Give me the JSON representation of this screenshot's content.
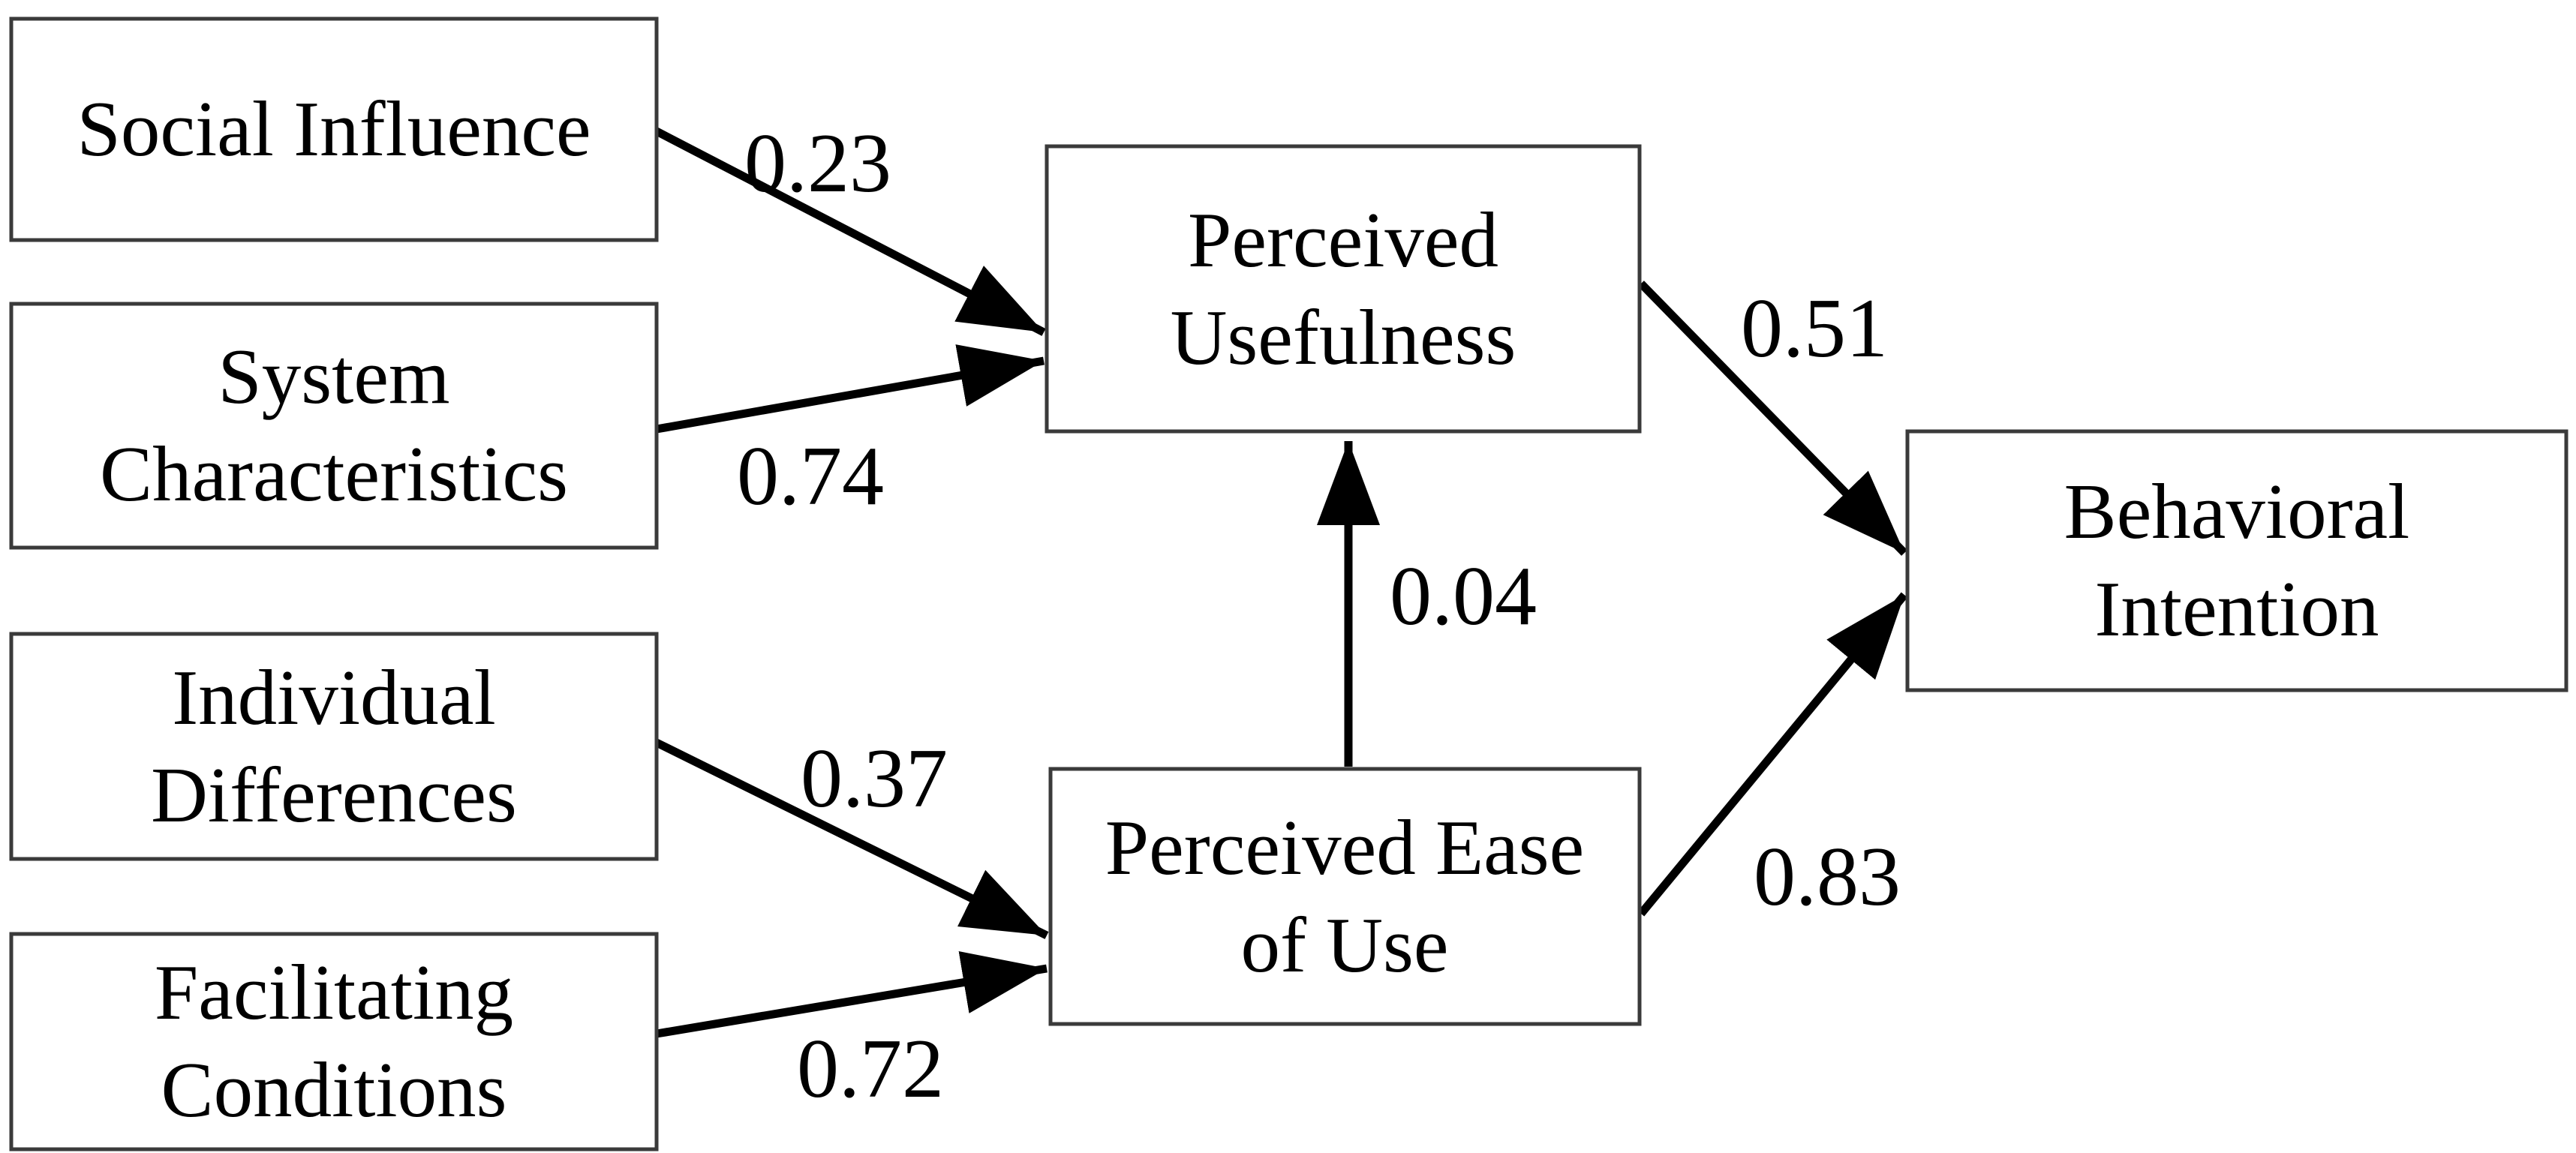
{
  "figure": {
    "description": "Path model diagram (technology acceptance model) with boxes connected by weighted arrows",
    "background_color": "#ffffff",
    "box_fill_color": "#ffffff",
    "box_border_color": "#3a3a3a",
    "arrow_color": "#000000",
    "text_color": "#000000"
  },
  "nodes": {
    "social_influence": {
      "label": "Social Influence",
      "line1": "Social Influence"
    },
    "system_characteristics": {
      "label": "System Characteristics",
      "line1": "System",
      "line2": "Characteristics"
    },
    "individual_differences": {
      "label": "Individual Differences",
      "line1": "Individual",
      "line2": "Differences"
    },
    "facilitating_conditions": {
      "label": "Facilitating Conditions",
      "line1": "Facilitating",
      "line2": "Conditions"
    },
    "perceived_usefulness": {
      "label": "Perceived Usefulness",
      "line1": "Perceived",
      "line2": "Usefulness"
    },
    "perceived_ease_of_use": {
      "label": "Perceived Ease of Use",
      "line1": "Perceived Ease",
      "line2": "of Use"
    },
    "behavioral_intention": {
      "label": "Behavioral Intention",
      "line1": "Behavioral",
      "line2": "Intention"
    }
  },
  "edges": {
    "si_to_pu": {
      "from": "social_influence",
      "to": "perceived_usefulness",
      "weight": "0.23"
    },
    "sc_to_pu": {
      "from": "system_characteristics",
      "to": "perceived_usefulness",
      "weight": "0.74"
    },
    "id_to_peou": {
      "from": "individual_differences",
      "to": "perceived_ease_of_use",
      "weight": "0.37"
    },
    "fc_to_peou": {
      "from": "facilitating_conditions",
      "to": "perceived_ease_of_use",
      "weight": "0.72"
    },
    "peou_to_pu": {
      "from": "perceived_ease_of_use",
      "to": "perceived_usefulness",
      "weight": "0.04"
    },
    "pu_to_bi": {
      "from": "perceived_usefulness",
      "to": "behavioral_intention",
      "weight": "0.51"
    },
    "peou_to_bi": {
      "from": "perceived_ease_of_use",
      "to": "behavioral_intention",
      "weight": "0.83"
    }
  }
}
